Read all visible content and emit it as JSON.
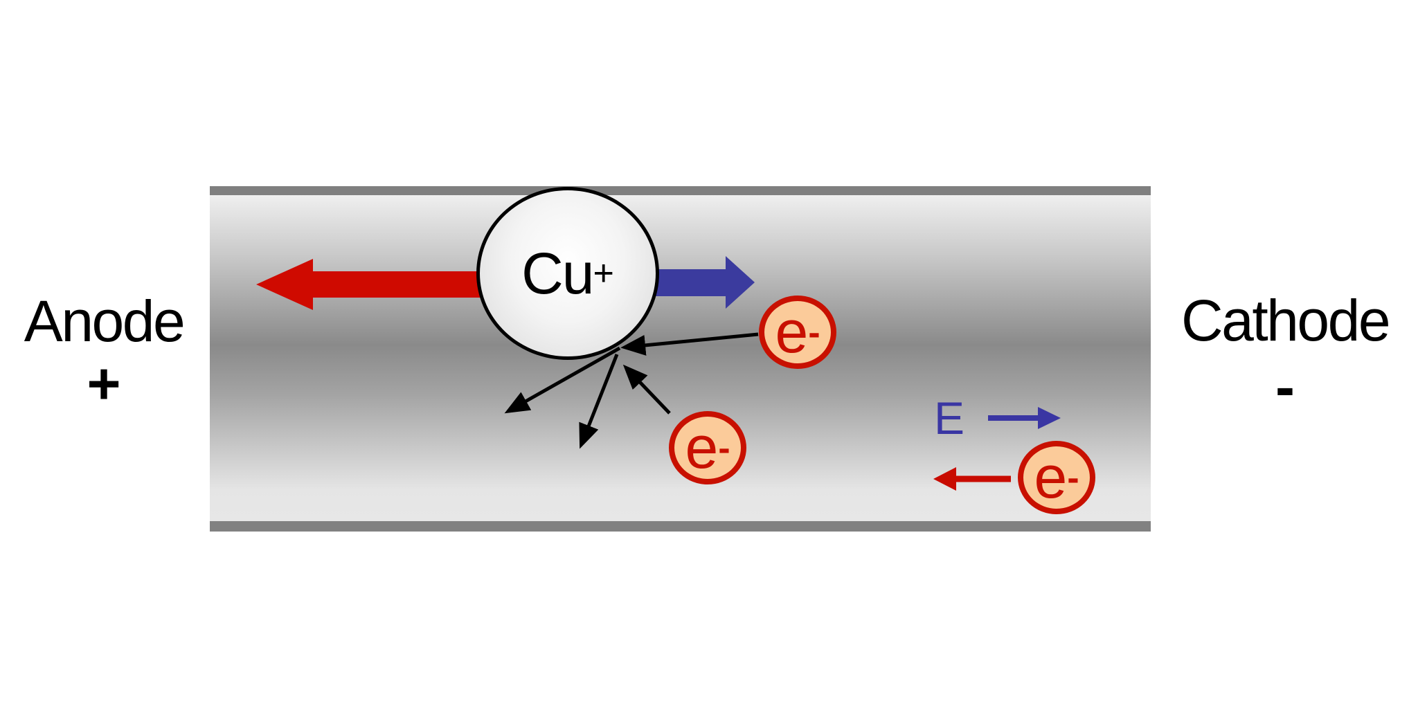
{
  "labels": {
    "anode": "Anode",
    "anode_polarity": "+",
    "cathode": "Cathode",
    "cathode_polarity": "-",
    "field": "E"
  },
  "copper_ion": {
    "element": "Cu",
    "charge": "+"
  },
  "electron": {
    "symbol": "e",
    "charge": "-"
  },
  "colors": {
    "force_toward_anode_red": "#cf0a00",
    "force_toward_cathode_blue": "#3b3b9e",
    "field_blue": "#3a36a3",
    "electron_drift_red": "#c80b00",
    "electron_fill": "#fbcb9a",
    "electron_outline": "#c81000",
    "conductor_edge_gray": "#7f7f7f",
    "scatter_arrow_black": "#000000"
  }
}
